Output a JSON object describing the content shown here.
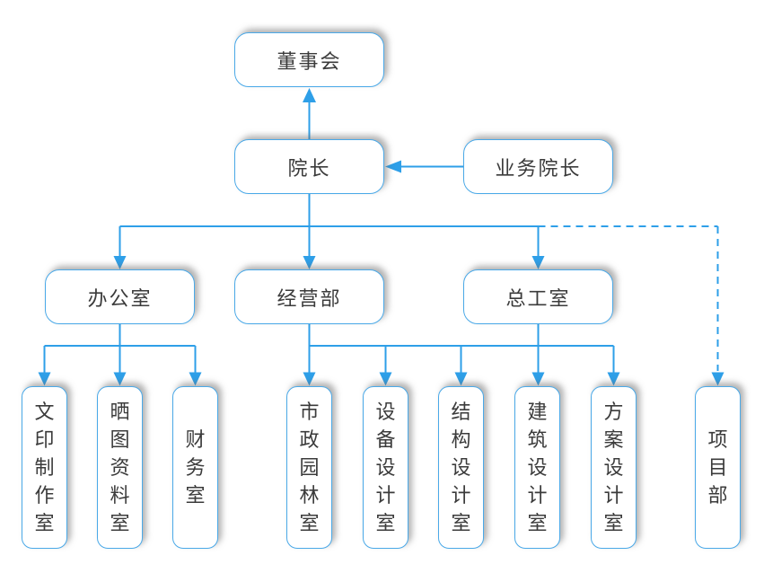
{
  "diagram": {
    "type": "org-chart",
    "nodes": {
      "board": {
        "label": "董事会"
      },
      "president": {
        "label": "院长"
      },
      "vp": {
        "label": "业务院长"
      },
      "office": {
        "label": "办公室"
      },
      "operations": {
        "label": "经营部"
      },
      "chief": {
        "label": "总工室"
      },
      "print": {
        "label": "文印制作室"
      },
      "blueprint": {
        "label": "晒图资料室"
      },
      "finance": {
        "label": "财务室"
      },
      "municipal": {
        "label": "市政园林室"
      },
      "equipment": {
        "label": "设备设计室"
      },
      "structure": {
        "label": "结构设计室"
      },
      "architecture": {
        "label": "建筑设计室"
      },
      "scheme": {
        "label": "方案设计室"
      },
      "project": {
        "label": "项目部"
      }
    },
    "edges": [
      {
        "from": "院长",
        "to": "董事会",
        "style": "solid",
        "arrow": "to"
      },
      {
        "from": "业务院长",
        "to": "院长",
        "style": "solid",
        "arrow": "to"
      },
      {
        "from": "院长",
        "to": "办公室",
        "style": "solid",
        "arrow": "to"
      },
      {
        "from": "院长",
        "to": "经营部",
        "style": "solid",
        "arrow": "to"
      },
      {
        "from": "院长",
        "to": "总工室",
        "style": "solid",
        "arrow": "to"
      },
      {
        "from": "院长",
        "to": "项目部",
        "style": "dashed",
        "arrow": "to"
      },
      {
        "from": "办公室",
        "to": "文印制作室",
        "style": "solid",
        "arrow": "to"
      },
      {
        "from": "办公室",
        "to": "晒图资料室",
        "style": "solid",
        "arrow": "to"
      },
      {
        "from": "办公室",
        "to": "财务室",
        "style": "solid",
        "arrow": "to"
      },
      {
        "from": "经营部/总工室",
        "to": "市政园林室",
        "style": "solid",
        "arrow": "to"
      },
      {
        "from": "经营部/总工室",
        "to": "设备设计室",
        "style": "solid",
        "arrow": "to"
      },
      {
        "from": "经营部/总工室",
        "to": "结构设计室",
        "style": "solid",
        "arrow": "to"
      },
      {
        "from": "经营部/总工室",
        "to": "建筑设计室",
        "style": "solid",
        "arrow": "to"
      },
      {
        "from": "经营部/总工室",
        "to": "方案设计室",
        "style": "solid",
        "arrow": "to"
      }
    ]
  },
  "colors": {
    "line": "#2e9fe8",
    "border": "#4aa9e8",
    "text": "#3b3b3b",
    "bg": "#ffffff"
  }
}
